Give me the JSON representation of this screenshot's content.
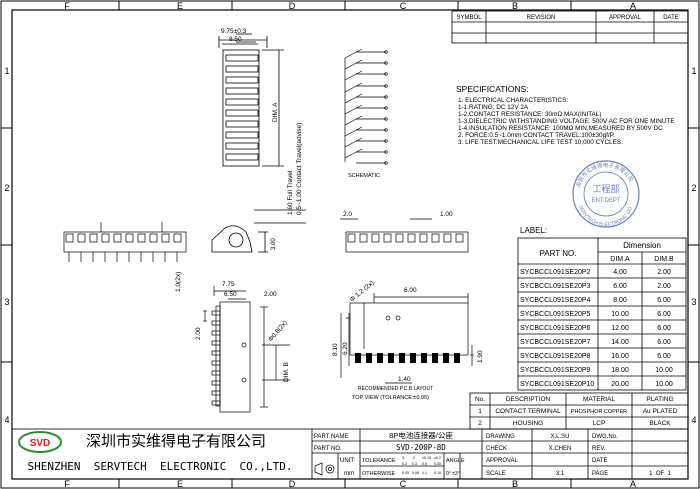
{
  "frame": {
    "cols_top": [
      "F",
      "E",
      "D",
      "C",
      "B",
      "A"
    ],
    "cols_bottom": [
      "F",
      "E",
      "D",
      "C",
      "B",
      "A"
    ],
    "rows_left": [
      "1",
      "2",
      "3",
      "4"
    ],
    "rows_right": [
      "1",
      "2",
      "3",
      "4"
    ]
  },
  "revision_table": {
    "headers": [
      "SYMBOL",
      "REVISION",
      "APPROVAL",
      "DATE"
    ]
  },
  "specifications": {
    "title": "SPECIFICATIONS:",
    "lines": [
      "1. ELECTRICAL CHARACTERISTICS:",
      "    1-1.RATING: DC 12V 2A",
      "    1-2.CONTACT RESISTANCE: 30mΩ MAX(INITAL)",
      "    1-3.DIELECTRIC WITHSTANDING VOLTAGE: 500V AC FOR ONE MINUTE",
      "    1-4.INSULATION RESISTANCE: 100MΩ MIN,MEASURED BY 500V DC",
      "2. FORCE:0.5~1.0mm CONTACT TRAVEL:100±30gf/P.",
      "3. LIFE TEST:MECHANICAL LIFE TEST 10,000 CYCLES."
    ]
  },
  "stamp": {
    "center": "工程部",
    "sub": "ENT.DEPT",
    "ring_top": "深圳市实维得电子有限公司",
    "ring_bottom": "SERVTECH ELECTRONIC CO."
  },
  "drawing_labels": {
    "dim_top": "9.75±0.3",
    "dim_850": "8.50",
    "dim_a": "DIM. A",
    "travel_advise": "0.5~1.00 Contact Travel(advise)",
    "full_travel": "1.60 Full Travel",
    "schematic": "SCHEMATIC",
    "dim_300": "3.00",
    "dim_20": "2.0",
    "dim_100": "1.00",
    "dim_10_2x": "1.0(2x)",
    "dim_775": "7.75",
    "dim_650": "6.50",
    "dim_200a": "2.00",
    "dim_200b": "2.00",
    "dim_phi_08": "Φ0.8(2x)",
    "dim_b": "DIM. B",
    "dim_phi_12": "Φ 1.2 (2x)",
    "dim_600": "6.00",
    "dim_810": "8.10",
    "dim_620": "6.20",
    "dim_190": "1.90",
    "dim_140": "1.40",
    "pcb_layout": "RECOMMENDED P.C.B LAYOUT",
    "top_view": "TOP VIEW (TOLRANCE:±0.05)"
  },
  "label_table": {
    "caption": "LABEL:",
    "header_part": "PART NO.",
    "header_dimension": "Dimension",
    "header_a": "DIM.A",
    "header_b": "DIM.B",
    "rows": [
      {
        "part": "SYCBCCL091SE20P2",
        "a": "4.00",
        "b": "2.00"
      },
      {
        "part": "SYCBCCL091SE20P3",
        "a": "6.00",
        "b": "2.00"
      },
      {
        "part": "SYCBCCL091SE20P4",
        "a": "8.00",
        "b": "6.00"
      },
      {
        "part": "SYCBCCL091SE20P5",
        "a": "10.00",
        "b": "6.00"
      },
      {
        "part": "SYCBCCL091SE20P6",
        "a": "12.00",
        "b": "6.00"
      },
      {
        "part": "SYCBCCL091SE20P7",
        "a": "14.00",
        "b": "6.00"
      },
      {
        "part": "SYCBCCL091SE20P8",
        "a": "16.00",
        "b": "6.00"
      },
      {
        "part": "SYCBCCL091SE20P9",
        "a": "18.00",
        "b": "10.00"
      },
      {
        "part": "SYCBCCL091SE20P10",
        "a": "20.00",
        "b": "10.00"
      }
    ]
  },
  "bom": {
    "headers": [
      "No.",
      "DESCRIPTION",
      "MATERIAL",
      "PLATING"
    ],
    "rows": [
      {
        "no": "1",
        "desc": "CONTACT TERMINAL",
        "material": "PHOSPHOR COPPER",
        "plating": "Au PLATED"
      },
      {
        "no": "2",
        "desc": "HOUSING",
        "material": "LCP",
        "plating": "BLACK"
      }
    ]
  },
  "title_block": {
    "logo": "SVD",
    "company_cn": "深圳市实维得电子有限公司",
    "company_en": "SHENZHEN  SERVTECH  ELECTRONIC  CO.,LTD.",
    "part_name_label": "PART NAME",
    "part_name": "8P电池连接器/公座",
    "part_no_label": "PART NO.",
    "part_no": "SVD-200P-8D",
    "unit_label": "UNIT:",
    "unit": "mm",
    "tolerance_label": "TOLERANCE",
    "otherwise_label": "OTHERWISE",
    "tol_values": [
      "X.",
      ".0",
      "±0.15",
      "±0.2",
      "0.2",
      "0.3",
      "0.5",
      "0.05",
      "0.05",
      "0.08",
      "0.1",
      "0.10"
    ],
    "angle_label": "ANGLE",
    "angle": "0° ±3°",
    "drawing_label": "DRAWING",
    "drawing": "X.L.SU",
    "check_label": "CHECK",
    "check": "X.CHEN",
    "approval_label": "APPROVAL",
    "scale_label": "SCALE",
    "scale": "3:1",
    "dwg_label": "DWG.No.",
    "rev_label": "REV.",
    "date_label": "DATE",
    "page_label": "PAGE",
    "page": "1  OF  1"
  },
  "colors": {
    "line": "#000000",
    "logo_green": "#2f8a3a",
    "logo_red": "#d02020",
    "stamp": "#6a7fb8"
  }
}
